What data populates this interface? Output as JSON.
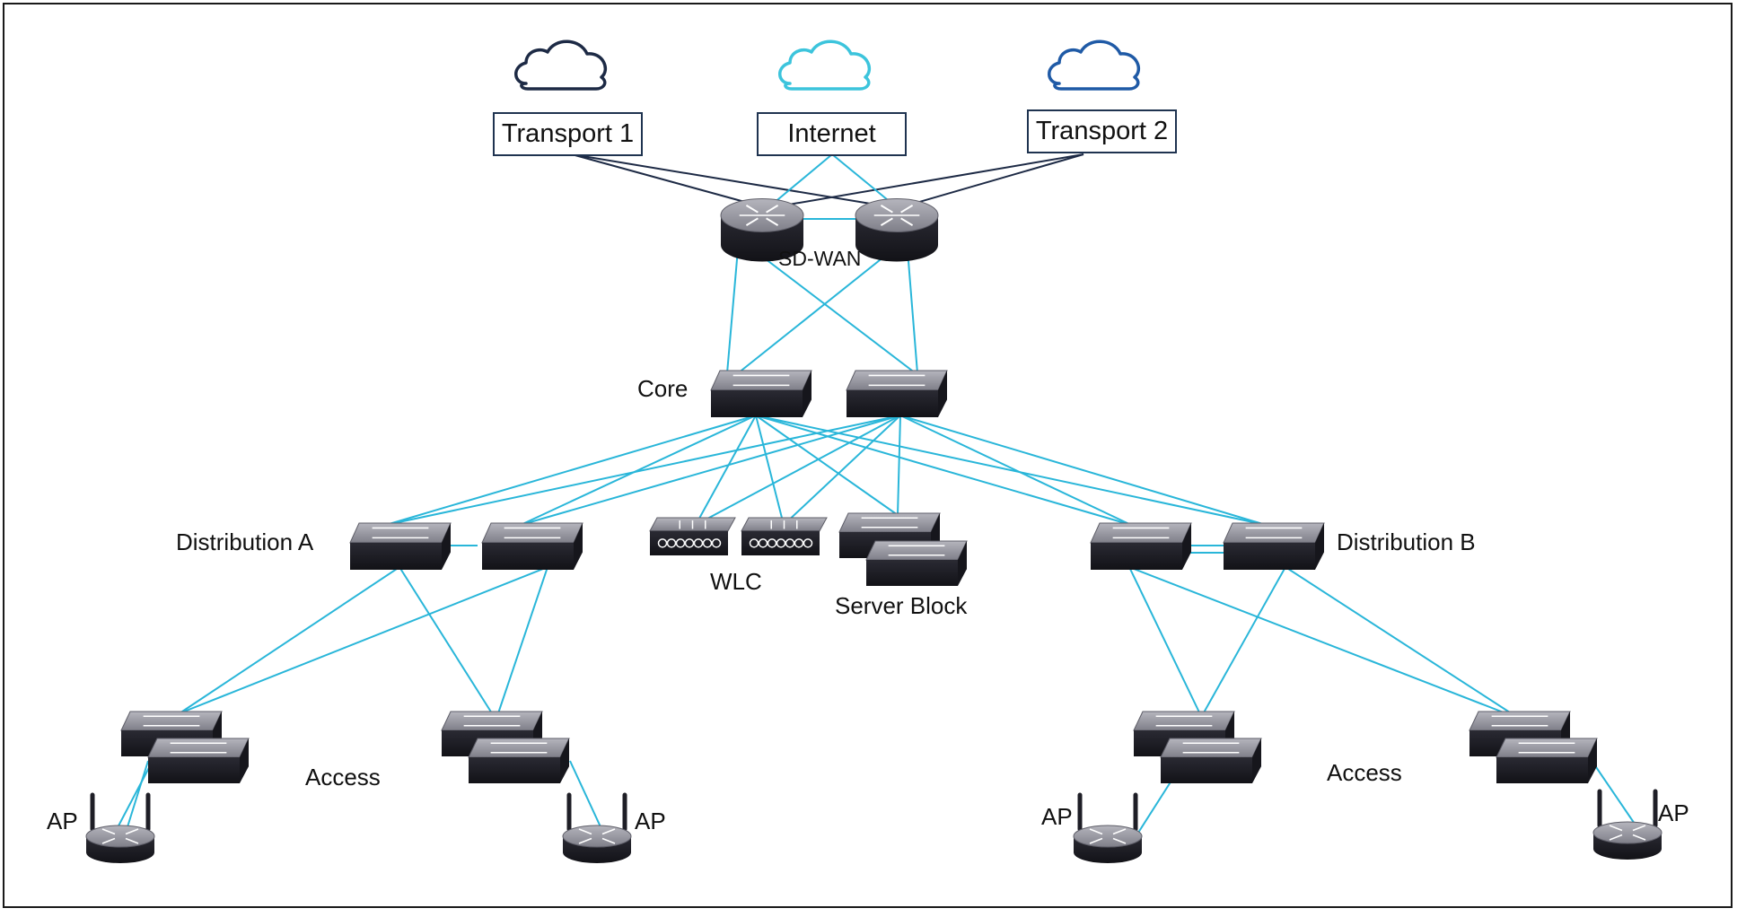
{
  "colors": {
    "link_cyan": "#29b6d9",
    "link_navy": "#1d2a45",
    "cloud_dark": "#1d2a45",
    "cloud_cyan": "#3cc4dc",
    "cloud_blue": "#1f5aa6",
    "device_dark": "#1e1e26",
    "device_light": "#9a9aa3"
  },
  "clouds": [
    {
      "name": "cloud-icon-transport-1",
      "color_key": "cloud_dark"
    },
    {
      "name": "cloud-icon-internet",
      "color_key": "cloud_cyan"
    },
    {
      "name": "cloud-icon-transport-2",
      "color_key": "cloud_blue"
    }
  ],
  "transports": [
    {
      "label": "Transport 1"
    },
    {
      "label": "Internet"
    },
    {
      "label": "Transport 2"
    }
  ],
  "labels": {
    "sdwan": "SD-WAN",
    "core": "Core",
    "distribution_a": "Distribution A",
    "distribution_b": "Distribution B",
    "wlc": "WLC",
    "server_block": "Server Block",
    "access_left": "Access",
    "access_right": "Access",
    "ap_1": "AP",
    "ap_2": "AP",
    "ap_3": "AP",
    "ap_4": "AP"
  },
  "icons": {
    "router": "router-icon",
    "switch": "switch-icon",
    "wlc": "wireless-controller-icon",
    "ap": "access-point-icon",
    "cloud": "cloud-icon"
  }
}
